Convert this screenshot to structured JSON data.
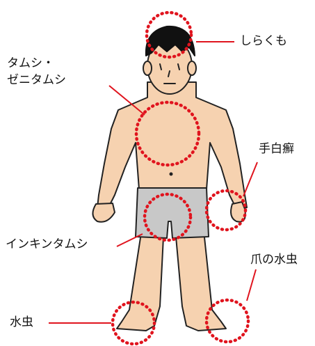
{
  "labels": {
    "head": "しらくも",
    "body_line1": "タムシ・",
    "body_line2": "ゼニタムシ",
    "hand": "手白癬",
    "groin": "インキンタムシ",
    "nail": "爪の水虫",
    "foot": "水虫"
  },
  "colors": {
    "skin": "#f6d2b0",
    "skin_outline": "#222222",
    "hair": "#111111",
    "shorts": "#c8c8c8",
    "dotted_circle": "#e0141e",
    "leader_line": "#e0141e"
  }
}
